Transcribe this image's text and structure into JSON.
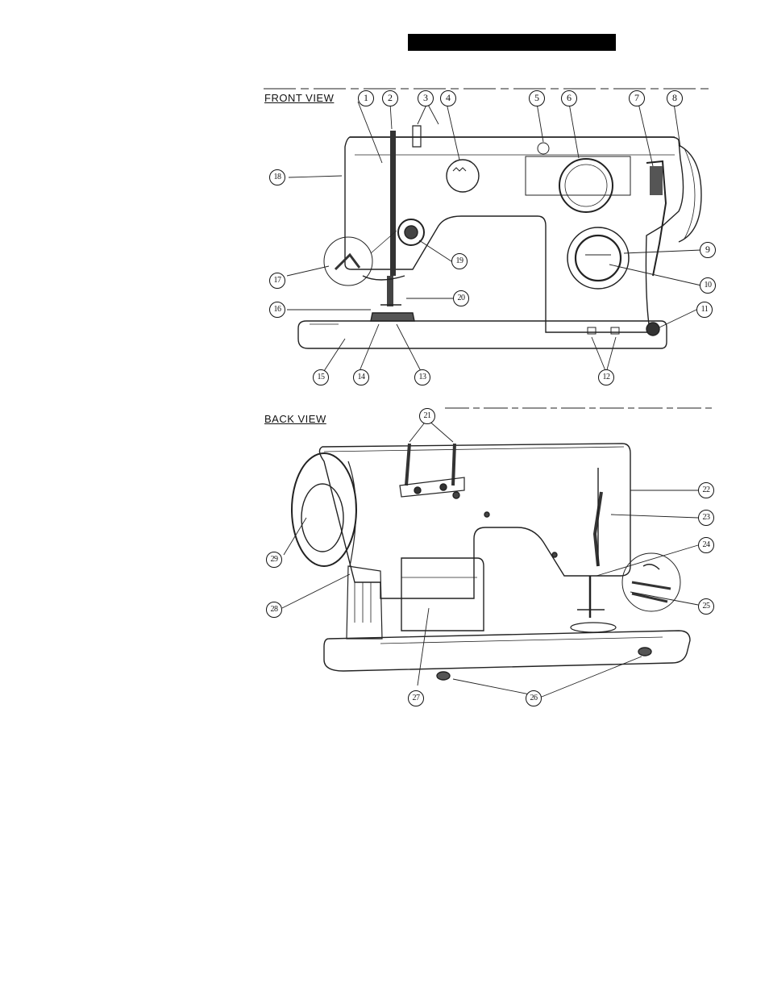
{
  "page": {
    "title_bar_text": ""
  },
  "front_view": {
    "label": "FRONT VIEW",
    "callouts": [
      "1",
      "2",
      "3",
      "4",
      "5",
      "6",
      "7",
      "8",
      "9",
      "10",
      "11",
      "12",
      "13",
      "14",
      "15",
      "16",
      "17",
      "18",
      "19",
      "20"
    ]
  },
  "back_view": {
    "label": "BACK VIEW",
    "callouts": [
      "21",
      "22",
      "23",
      "24",
      "25",
      "26",
      "27",
      "28",
      "29"
    ]
  },
  "colors": {
    "ink": "#111111",
    "paper": "#ffffff",
    "title_bar": "#000000"
  }
}
